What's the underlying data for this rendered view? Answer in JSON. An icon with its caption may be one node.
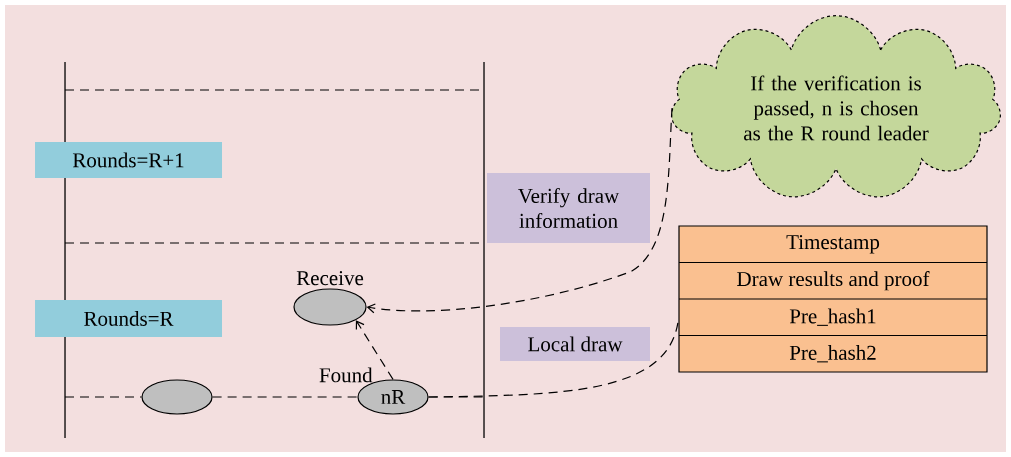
{
  "diagram": {
    "nodes": [
      {
        "text": [
          "Rounds=R+1"
        ]
      },
      {
        "text": [
          "Rounds=R"
        ]
      },
      {
        "text": [],
        "shape": "ellipse",
        "beside": [
          "Receive"
        ]
      },
      {
        "text": [],
        "shape": "ellipse"
      },
      {
        "text": [
          "nR"
        ],
        "beside": [
          "Found"
        ]
      },
      {
        "text": [
          "Verify draw information"
        ]
      },
      {
        "text": [
          "Local draw"
        ]
      },
      {
        "text": [
          "If the verification is passed, n is chosen as the R round leader"
        ]
      },
      {
        "text": [
          "Timestamp",
          "Draw results and proof",
          "Pre_hash1",
          "Pre_hash2"
        ]
      }
    ],
    "edges": [
      {
        "from": 3,
        "to": 4,
        "arrow": "none",
        "style": "dashed"
      },
      {
        "from": 4,
        "to": 2,
        "arrow": "to",
        "style": "dashed"
      },
      {
        "from": 7,
        "to": 2,
        "arrow": "to",
        "style": "dashed"
      },
      {
        "from": 4,
        "to": 8,
        "arrow": "none",
        "style": "dashed"
      }
    ]
  }
}
